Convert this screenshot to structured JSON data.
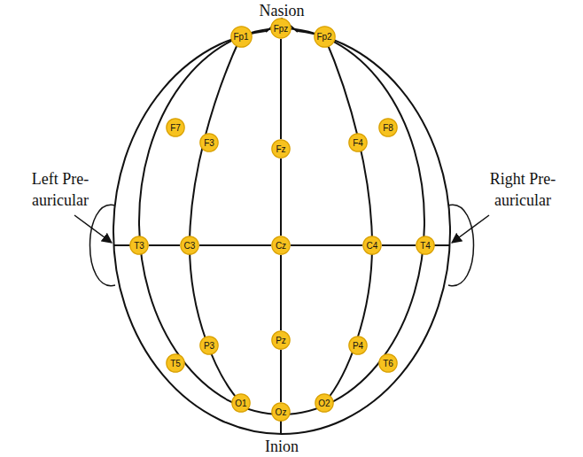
{
  "diagram": {
    "nodes": [
      {
        "text": [
          "Fp1"
        ]
      },
      {
        "text": [
          "Fpz"
        ]
      },
      {
        "text": [
          "Fp2"
        ]
      },
      {
        "text": [
          "F7"
        ]
      },
      {
        "text": [
          "F3"
        ]
      },
      {
        "text": [
          "Fz"
        ]
      },
      {
        "text": [
          "F4"
        ]
      },
      {
        "text": [
          "F8"
        ]
      },
      {
        "text": [
          "T3"
        ]
      },
      {
        "text": [
          "C3"
        ]
      },
      {
        "text": [
          "Cz"
        ]
      },
      {
        "text": [
          "C4"
        ]
      },
      {
        "text": [
          "T4"
        ]
      },
      {
        "text": [
          "P3"
        ]
      },
      {
        "text": [
          "Pz"
        ]
      },
      {
        "text": [
          "P4"
        ]
      },
      {
        "text": [
          "T5"
        ]
      },
      {
        "text": [
          "T6"
        ]
      },
      {
        "text": [
          "O1"
        ]
      },
      {
        "text": [
          "Oz"
        ]
      },
      {
        "text": [
          "O2"
        ]
      }
    ],
    "edges": [
      {
        "from": 1,
        "to": 5,
        "arrow": "none"
      },
      {
        "from": 5,
        "to": 10,
        "arrow": "none"
      },
      {
        "from": 10,
        "to": 14,
        "arrow": "none"
      },
      {
        "from": 14,
        "to": 19,
        "arrow": "none"
      },
      {
        "from": 8,
        "to": 9,
        "arrow": "none"
      },
      {
        "from": 9,
        "to": 10,
        "arrow": "none"
      },
      {
        "from": 10,
        "to": 11,
        "arrow": "none"
      },
      {
        "from": 11,
        "to": 12,
        "arrow": "none"
      }
    ],
    "labels": [
      "Nasion",
      "Left Pre-auricular",
      "Right Pre-auricular",
      "Inion"
    ]
  }
}
